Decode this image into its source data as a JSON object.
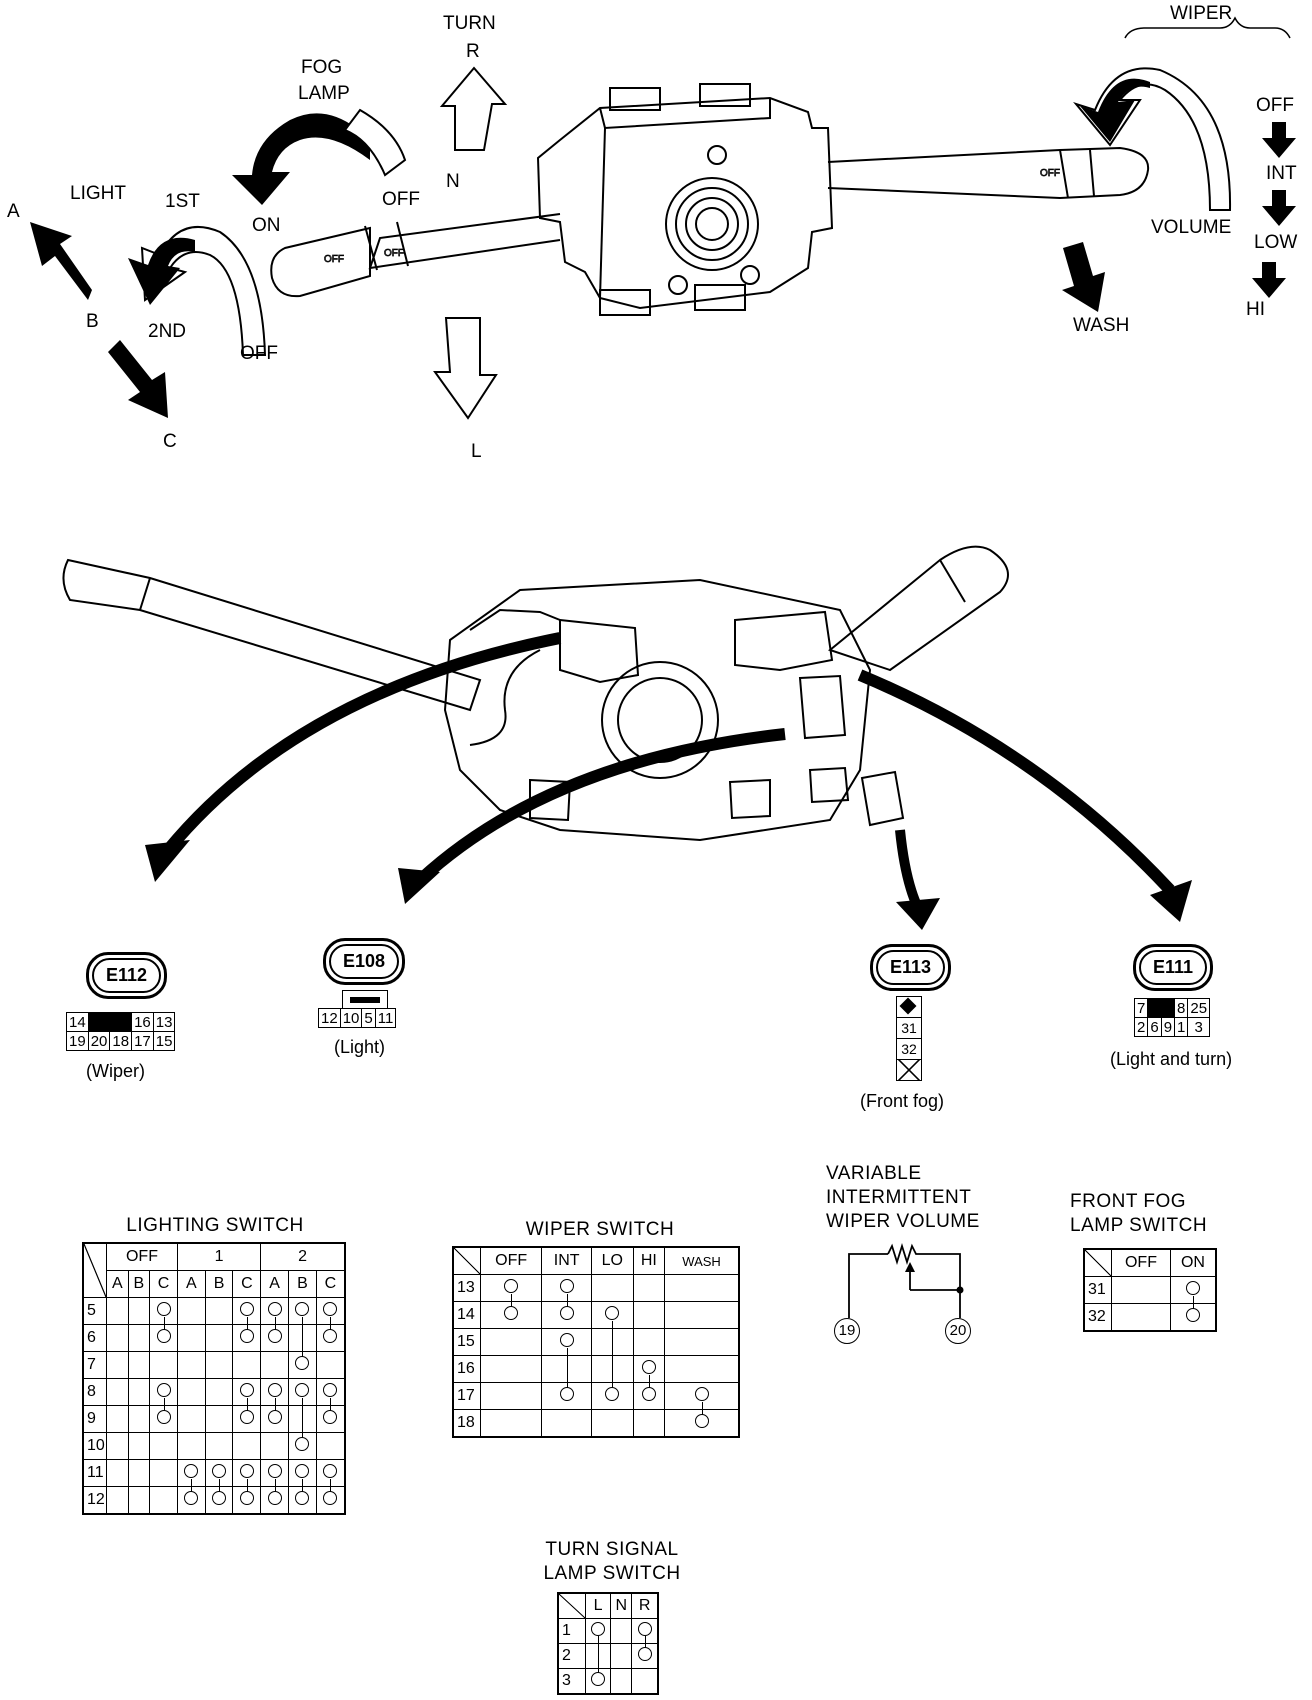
{
  "upper_labels": {
    "turn": "TURN",
    "r": "R",
    "n": "N",
    "l": "L",
    "fog_lamp_1": "FOG",
    "fog_lamp_2": "LAMP",
    "fog_on": "ON",
    "fog_off": "OFF",
    "light": "LIGHT",
    "first": "1ST",
    "second": "2ND",
    "light_off": "OFF",
    "a": "A",
    "b": "B",
    "c": "C",
    "wiper": "WIPER",
    "off": "OFF",
    "int": "INT",
    "low": "LOW",
    "hi": "HI",
    "volume": "VOLUME",
    "wash": "WASH"
  },
  "connectors": {
    "e112": {
      "id": "E112",
      "caption": "(Wiper)",
      "row1": [
        "14",
        "",
        "16",
        "13"
      ],
      "row2": [
        "19",
        "20",
        "18",
        "17",
        "15"
      ]
    },
    "e108": {
      "id": "E108",
      "caption": "(Light)",
      "row1": [
        "12",
        "10",
        "5",
        "11"
      ]
    },
    "e113": {
      "id": "E113",
      "caption": "(Front fog)",
      "pins": [
        "31",
        "32"
      ]
    },
    "e111": {
      "id": "E111",
      "caption": "(Light and turn)",
      "row1": [
        "7",
        "",
        "8",
        "25"
      ],
      "row2": [
        "2",
        "6",
        "9",
        "1",
        "3"
      ]
    }
  },
  "lighting_switch": {
    "title": "LIGHTING SWITCH",
    "groups": [
      "OFF",
      "1",
      "2"
    ],
    "subcols": [
      "A",
      "B",
      "C",
      "A",
      "B",
      "C",
      "A",
      "B",
      "C"
    ],
    "rows": [
      "5",
      "6",
      "7",
      "8",
      "9",
      "10",
      "11",
      "12"
    ]
  },
  "wiper_switch": {
    "title": "WIPER SWITCH",
    "cols": [
      "OFF",
      "INT",
      "LO",
      "HI",
      "WASH"
    ],
    "rows": [
      "13",
      "14",
      "15",
      "16",
      "17",
      "18"
    ]
  },
  "variable_wiper": {
    "title_1": "VARIABLE",
    "title_2": "INTERMITTENT",
    "title_3": "WIPER VOLUME",
    "terminal_a": "19",
    "terminal_b": "20"
  },
  "fog_switch": {
    "title_1": "FRONT FOG",
    "title_2": "LAMP SWITCH",
    "cols": [
      "OFF",
      "ON"
    ],
    "rows": [
      "31",
      "32"
    ]
  },
  "turn_switch": {
    "title_1": "TURN SIGNAL",
    "title_2": "LAMP SWITCH",
    "cols": [
      "L",
      "N",
      "R"
    ],
    "rows": [
      "1",
      "2",
      "3"
    ]
  }
}
